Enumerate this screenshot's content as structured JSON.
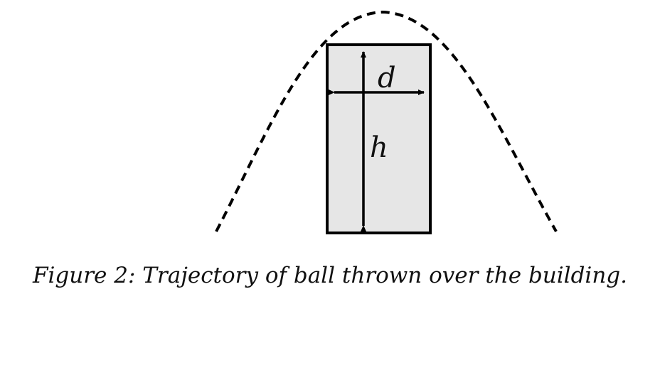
{
  "diagram": {
    "width_label": "d",
    "height_label": "h",
    "colors": {
      "building_fill": "#e6e6e6",
      "stroke": "#000000"
    }
  },
  "caption": "Figure 2: Trajectory of ball thrown over the building."
}
